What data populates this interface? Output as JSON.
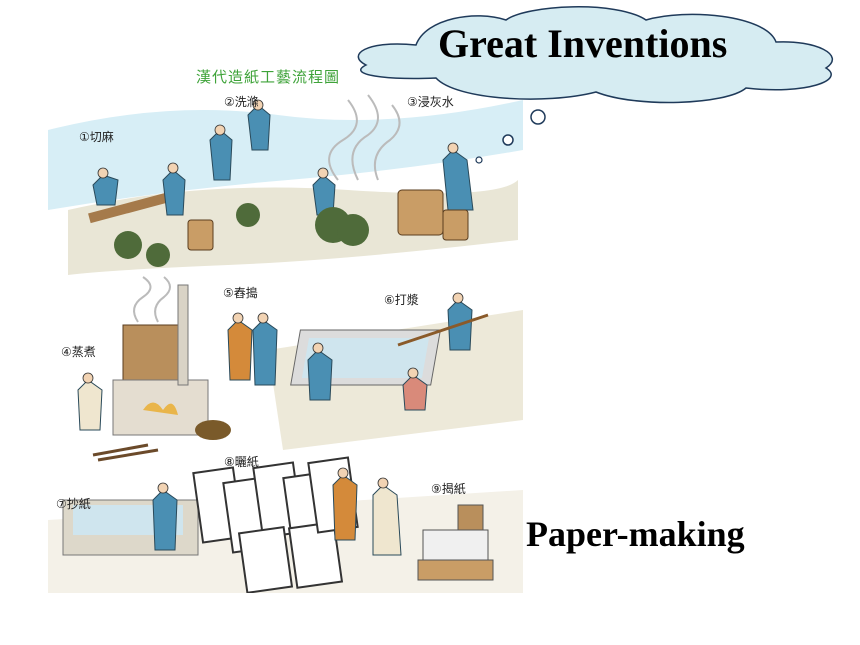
{
  "slide": {
    "title": "Great Inventions",
    "subtitle": "Paper-making"
  },
  "illustration": {
    "caption": "漢代造紙工藝流程圖",
    "steps": [
      {
        "label": "①切麻"
      },
      {
        "label": "②洗滌"
      },
      {
        "label": "③浸灰水"
      },
      {
        "label": "④蒸煮"
      },
      {
        "label": "⑤舂搗"
      },
      {
        "label": "⑥打漿"
      },
      {
        "label": "⑦抄紙"
      },
      {
        "label": "⑧曬紙"
      },
      {
        "label": "⑨揭紙"
      }
    ]
  },
  "colors": {
    "cloud_fill": "#d6ecf2",
    "cloud_stroke": "#1f3a5a",
    "caption_green": "#3fa33a",
    "water_blue": "#d7eef6",
    "ground": "#e9e6d6"
  }
}
